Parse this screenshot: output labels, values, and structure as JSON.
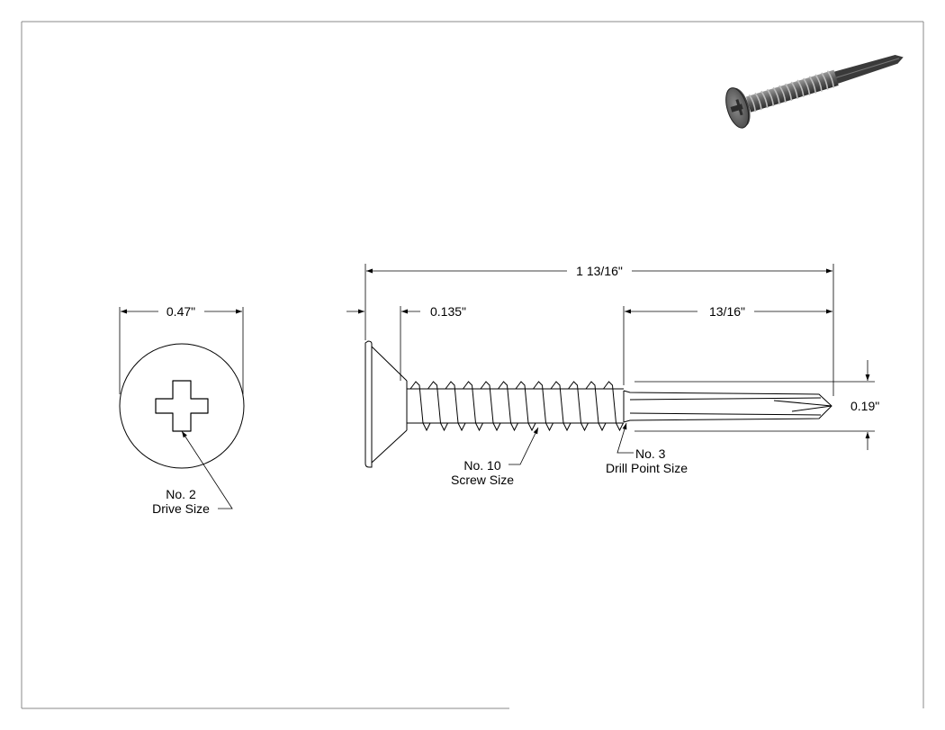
{
  "drawing": {
    "head_diameter": "0.47\"",
    "drive_label_line1": "No. 2",
    "drive_label_line2": "Drive Size",
    "overall_length": "1 13/16\"",
    "thread_start": "0.135\"",
    "drill_length": "13/16\"",
    "shank_diameter": "0.19\"",
    "screw_label_line1": "No. 10",
    "screw_label_line2": "Screw Size",
    "drill_label_line1": "No. 3",
    "drill_label_line2": "Drill Point Size"
  },
  "colors": {
    "line": "#000000",
    "border": "#8a8a8a",
    "render_dark": "#3c3c3c",
    "render_light": "#8c8c8c"
  }
}
